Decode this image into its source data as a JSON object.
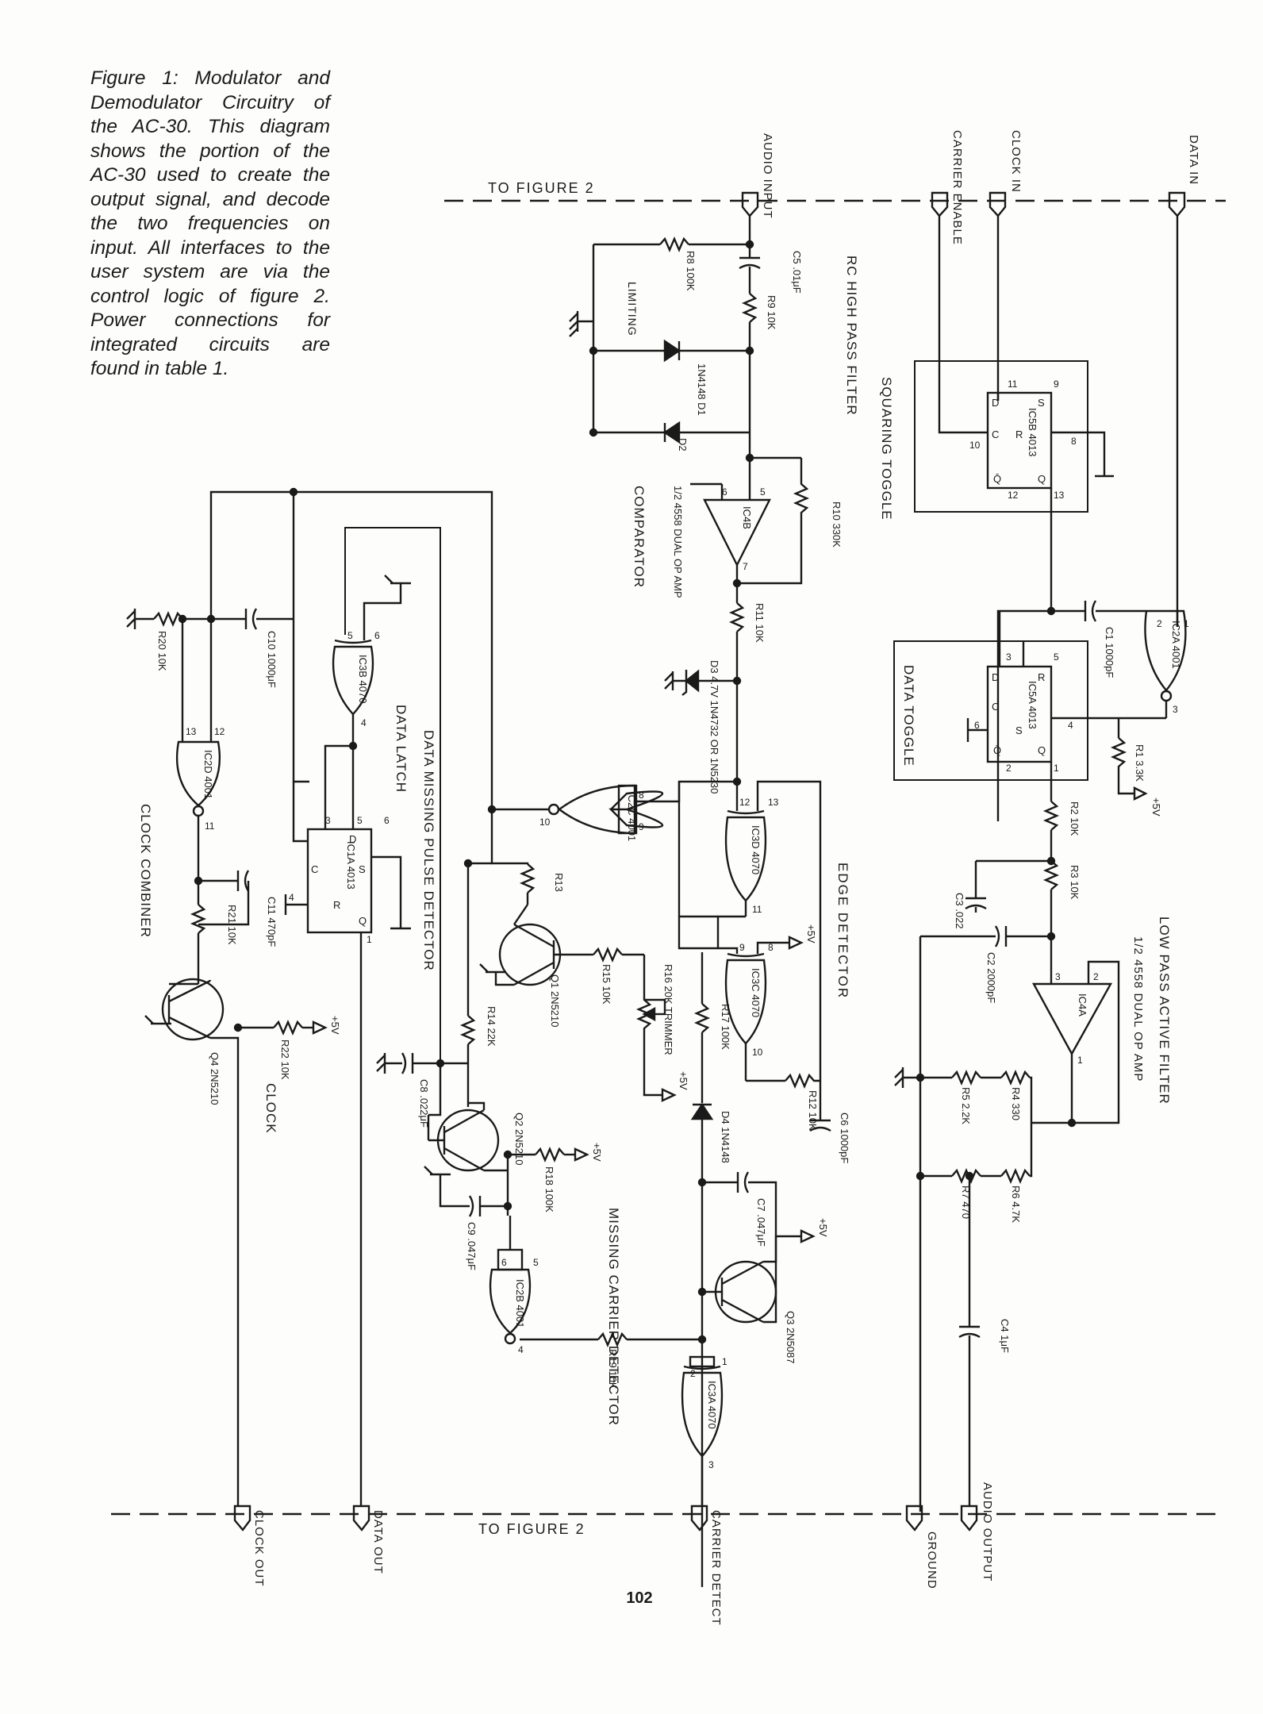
{
  "caption": "Figure 1: Modulator and Demodulator Circuitry of the AC-30. This diagram shows the portion of the AC-30 used to create the output signal, and decode the two frequencies on input. All interfaces to the user system are via the control logic of figure 2. Power connections for integrated circuits are found in table 1.",
  "page_number": "102",
  "ports": {
    "top_label": "TO FIGURE 2",
    "bottom_label": "TO FIGURE 2",
    "audio_input": "AUDIO INPUT",
    "carrier_enable": "CARRIER ENABLE",
    "clock_in": "CLOCK IN",
    "data_in": "DATA IN",
    "clock_out": "CLOCK OUT",
    "data_out": "DATA OUT",
    "carrier_detect": "CARRIER DETECT",
    "ground": "GROUND",
    "audio_output": "AUDIO OUTPUT"
  },
  "sections": {
    "rc_filter": "RC HIGH PASS FILTER",
    "limiting": "LIMITING",
    "comparator": "COMPARATOR",
    "squaring_toggle": "SQUARING TOGGLE",
    "data_toggle": "DATA TOGGLE",
    "low_pass": "LOW PASS ACTIVE FILTER",
    "low_pass_sub": "1/2 4558 DUAL OP AMP",
    "edge_detector": "EDGE DETECTOR",
    "missing_carrier": "MISSING CARRIER DETECTOR",
    "data_missing": "DATA MISSING PULSE DETECTOR",
    "data_latch": "DATA LATCH",
    "clock_combiner": "CLOCK COMBINER",
    "clock": "CLOCK"
  },
  "components": {
    "r8": "R8 100K",
    "c5": "C5 .01μF",
    "r9": "R9 10K",
    "d1": "1N4148 D1",
    "d2": "D2",
    "r10": "R10 330K",
    "ic4b": "IC4B",
    "ic4b_desc": "1/2 4558 DUAL OP AMP",
    "r11": "R11 10K",
    "d3": "D3 4.7V 1N4732 OR 1N5230",
    "ic5b": "IC5B 4013",
    "ic5a": "IC5A 4013",
    "c1": "C1 1000pF",
    "ic2a": "IC2A 4001",
    "r1": "R1 3.3K",
    "r2": "R2 10K",
    "r3": "R3 10K",
    "c3": "C3 .022",
    "c2": "C2 2000pF",
    "ic4a": "IC4A",
    "r4": "R4 330",
    "r5": "R5 2.2K",
    "r7": "R7 470",
    "r6": "R6 4.7K",
    "c4": "C4 1μF",
    "ic3d": "IC3D 4070",
    "ic3c": "IC3C 4070",
    "ic3a": "IC3A 4070",
    "ic3b": "IC3B 4070",
    "ic2c": "IC2C 4001",
    "ic2b": "IC2B 4001",
    "ic2d": "IC2D 4001",
    "r16": "R16 20K TRIMMER",
    "r15": "R15 10K",
    "r17": "R17 100K",
    "r12": "R12 10K",
    "c6": "C6 1000pF",
    "d4": "D4 1N4148",
    "c7": "C7 .047μF",
    "q3": "Q3 2N5087",
    "q1": "Q1 2N5210",
    "q2": "Q2 2N5210",
    "q4": "Q4 2N5210",
    "r13": "R13",
    "r14": "R14 22K",
    "r18": "R18 100K",
    "r19": "R19 10K",
    "c8": "C8 .022μF",
    "c9": "C9 .047μF",
    "ic1a": "IC1A 4013",
    "c10": "C10 1000μF",
    "r20": "R20 10K",
    "c11": "C11 470pF",
    "r21": "R21 10K",
    "r22": "R22 10K"
  },
  "supply": "+5V",
  "pins": {
    "ic4b": [
      "6",
      "5",
      "7"
    ],
    "ic5b": [
      "9",
      "11",
      "10",
      "8",
      "12",
      "13"
    ],
    "ic5a": [
      "5",
      "3",
      "6",
      "4",
      "2",
      "1"
    ],
    "ic2a": [
      "1",
      "2",
      "3"
    ],
    "ic4a": [
      "3",
      "2",
      "1"
    ],
    "ic3d": [
      "12",
      "13",
      "11"
    ],
    "ic3c": [
      "9",
      "8",
      "10"
    ],
    "ic2c": [
      "8",
      "9",
      "10"
    ],
    "ic2b": [
      "5",
      "6",
      "4"
    ],
    "ic3a": [
      "1",
      "2",
      "3"
    ],
    "ic3b": [
      "5",
      "6",
      "4"
    ],
    "ic1a": [
      "5",
      "3",
      "6",
      "4",
      "1"
    ],
    "ic2d": [
      "12",
      "13",
      "11"
    ]
  },
  "ff_pins": {
    "d": "D",
    "c": "C",
    "s": "S",
    "r": "R",
    "q": "Q",
    "qb": "Q̄"
  }
}
